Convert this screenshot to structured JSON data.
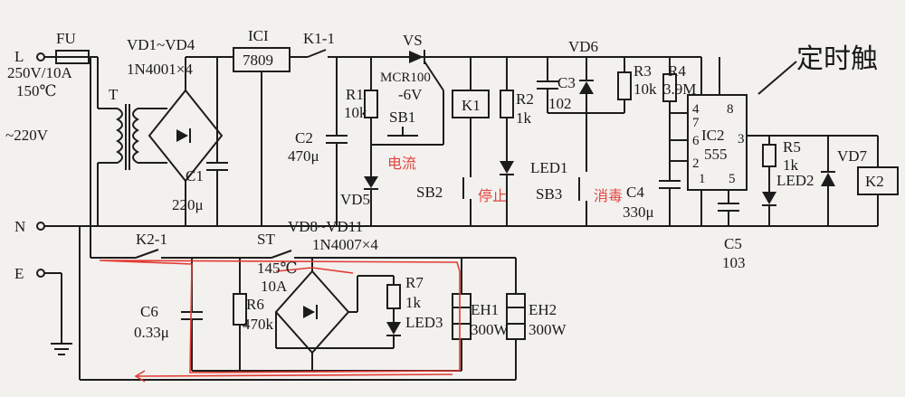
{
  "labels": {
    "L": "L",
    "N": "N",
    "E": "E",
    "fu": "FU",
    "fu_rating": "250V/10A",
    "fu_temp": "150℃",
    "mains": "~220V",
    "transformer": "T",
    "bridge1": "VD1~VD4",
    "bridge1_part": "1N4001×4",
    "c1": "C1",
    "c1_val": "220μ",
    "ic1": "ICI",
    "ic1_part": "7809",
    "k11": "K1-1",
    "c2": "C2",
    "c2_val": "470μ",
    "r1": "R1",
    "r1_val": "10k",
    "vs": "VS",
    "vs_part": "MCR100",
    "vs_v": "-6V",
    "sb1": "SB1",
    "vd5": "VD5",
    "sb2": "SB2",
    "k1": "K1",
    "r2": "R2",
    "r2_val": "1k",
    "led1": "LED1",
    "sb3": "SB3",
    "c3": "C3",
    "c3_val": "102",
    "vd6": "VD6",
    "r3": "R3",
    "r3_val": "10k",
    "r4": "R4",
    "r4_val": "3.9M",
    "c4": "C4",
    "c4_val": "330μ",
    "ic2": "IC2",
    "ic2_part": "555",
    "pin8": "8",
    "pin4": "4",
    "pin7": "7",
    "pin6": "6",
    "pin2": "2",
    "pin1": "1",
    "pin5": "5",
    "pin3": "3",
    "c5": "C5",
    "c5_val": "103",
    "r5": "R5",
    "r5_val": "1k",
    "led2": "LED2",
    "vd7": "VD7",
    "k2": "K2",
    "k21": "K2-1",
    "st": "ST",
    "st_temp": "145℃",
    "st_cur": "10A",
    "bridge2": "VD8~VD11",
    "bridge2_part": "1N4007×4",
    "c6": "C6",
    "c6_val": "0.33μ",
    "r6": "R6",
    "r6_val": "470k",
    "r7": "R7",
    "r7_val": "1k",
    "led3": "LED3",
    "eh1": "EH1",
    "eh1_val": "300W",
    "eh2": "EH2",
    "eh2_val": "300W",
    "timer_note": "定时触",
    "note_current": "电流",
    "note_stop": "停止",
    "note_sterilize": "消毒"
  }
}
